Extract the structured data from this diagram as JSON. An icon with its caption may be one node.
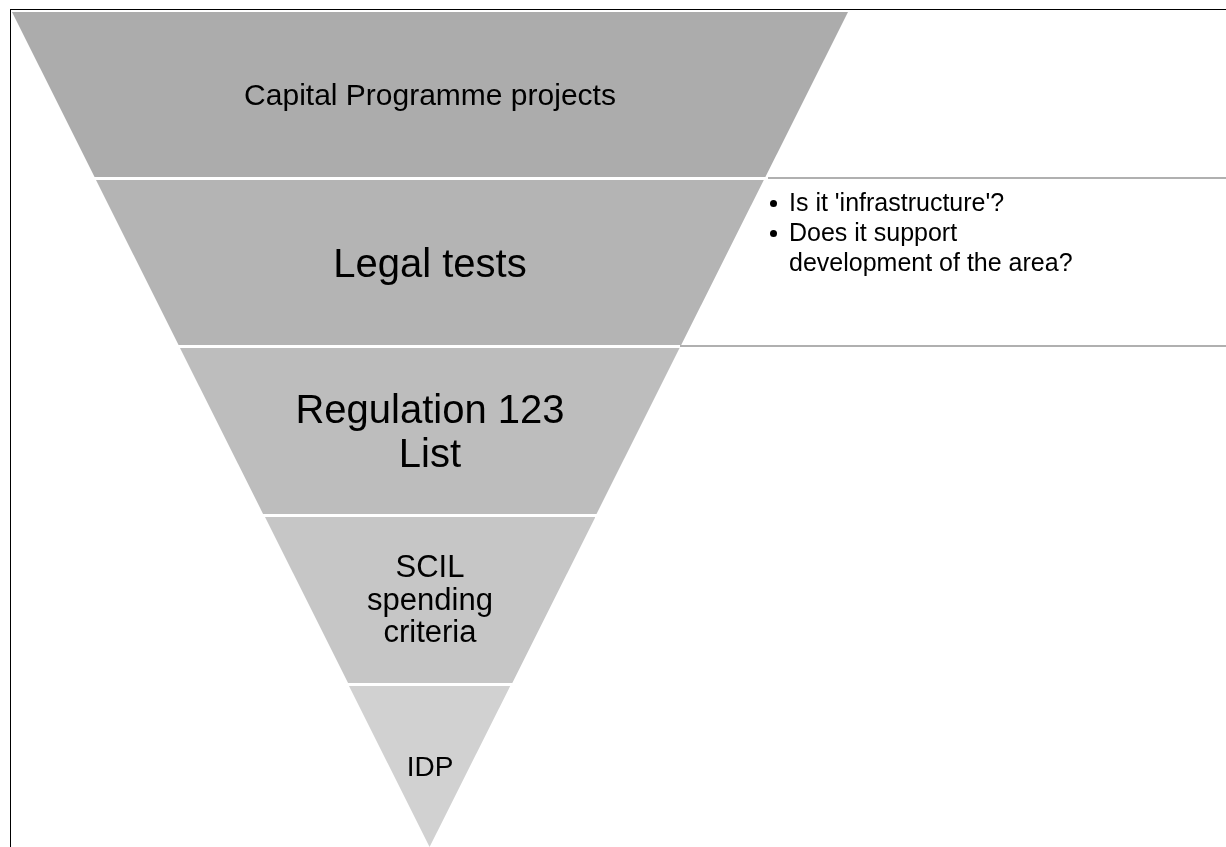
{
  "diagram": {
    "nodes": [
      {
        "text": [
          "Capital Programme projects"
        ]
      },
      {
        "text": [
          "Legal tests"
        ]
      },
      {
        "text": [
          "Regulation 123 List"
        ]
      },
      {
        "text": [
          "SCIL spending criteria"
        ]
      },
      {
        "text": [
          "IDP"
        ]
      },
      {
        "text": [
          "Is it 'infrastructure'?",
          "Does it support development of the area?"
        ]
      }
    ]
  }
}
